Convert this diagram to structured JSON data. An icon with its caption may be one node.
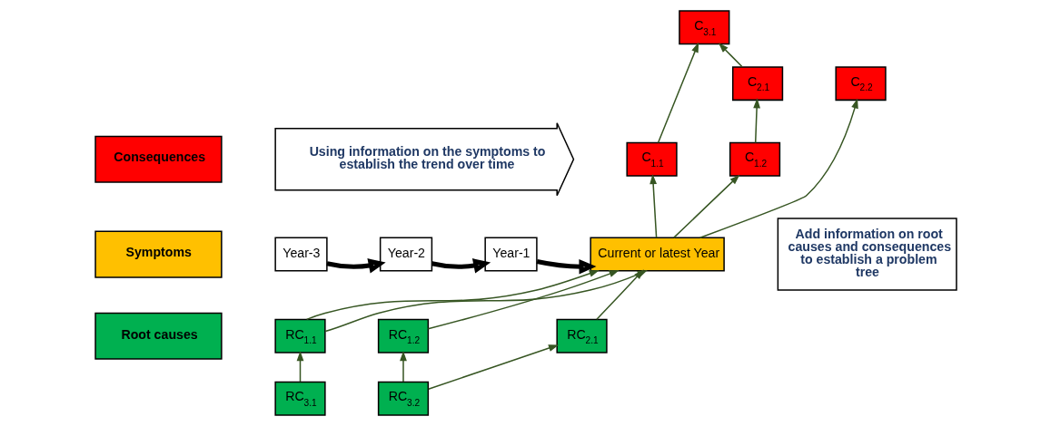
{
  "diagram": {
    "nodes": [
      {
        "text": [
          "Consequences"
        ]
      },
      {
        "text": [
          "Symptoms"
        ]
      },
      {
        "text": [
          "Root causes"
        ]
      },
      {
        "text": [
          "Using information on the symptoms to establish the trend over time"
        ]
      },
      {
        "text": [
          "Year-3"
        ]
      },
      {
        "text": [
          "Year-2"
        ]
      },
      {
        "text": [
          "Year-1"
        ]
      },
      {
        "text": [
          "Current or latest Year"
        ]
      },
      {
        "text": [
          "C$_{3.1}$"
        ]
      },
      {
        "text": [
          "C$_{2.1}$"
        ]
      },
      {
        "text": [
          "C$_{2.2}$"
        ]
      },
      {
        "text": [
          "C$_{1.1}$"
        ]
      },
      {
        "text": [
          "C$_{1.2}$"
        ]
      },
      {
        "text": [
          "RC$_{1.1}$"
        ]
      },
      {
        "text": [
          "RC$_{1.2}$"
        ]
      },
      {
        "text": [
          "RC$_{2.1}$"
        ]
      },
      {
        "text": [
          "RC$_{3.1}$"
        ]
      },
      {
        "text": [
          "RC$_{3.2}$"
        ]
      },
      {
        "text": [
          "Add information on root causes and consequences to establish a problem tree"
        ]
      }
    ],
    "edges": [
      {
        "from": 4,
        "to": 5,
        "arrow": "to",
        "style": "thick",
        "color": "#000000"
      },
      {
        "from": 5,
        "to": 6,
        "arrow": "to",
        "style": "thick",
        "color": "#000000"
      },
      {
        "from": 6,
        "to": 7,
        "arrow": "to",
        "style": "thick",
        "color": "#000000"
      },
      {
        "from": 7,
        "to": 11,
        "arrow": "to"
      },
      {
        "from": 7,
        "to": 12,
        "arrow": "to"
      },
      {
        "from": 7,
        "to": 10,
        "arrow": "to"
      },
      {
        "from": 11,
        "to": 8,
        "arrow": "to"
      },
      {
        "from": 9,
        "to": 8,
        "arrow": "to"
      },
      {
        "from": 12,
        "to": 9,
        "arrow": "to"
      },
      {
        "from": 13,
        "to": 7,
        "arrow": "to"
      },
      {
        "from": 13,
        "to": 7,
        "arrow": "to"
      },
      {
        "from": 15,
        "to": 7,
        "arrow": "to"
      },
      {
        "from": 14,
        "to": 7,
        "arrow": "to"
      },
      {
        "from": 16,
        "to": 13,
        "arrow": "to"
      },
      {
        "from": 17,
        "to": 14,
        "arrow": "to"
      },
      {
        "from": 17,
        "to": 15,
        "arrow": "to"
      }
    ]
  }
}
